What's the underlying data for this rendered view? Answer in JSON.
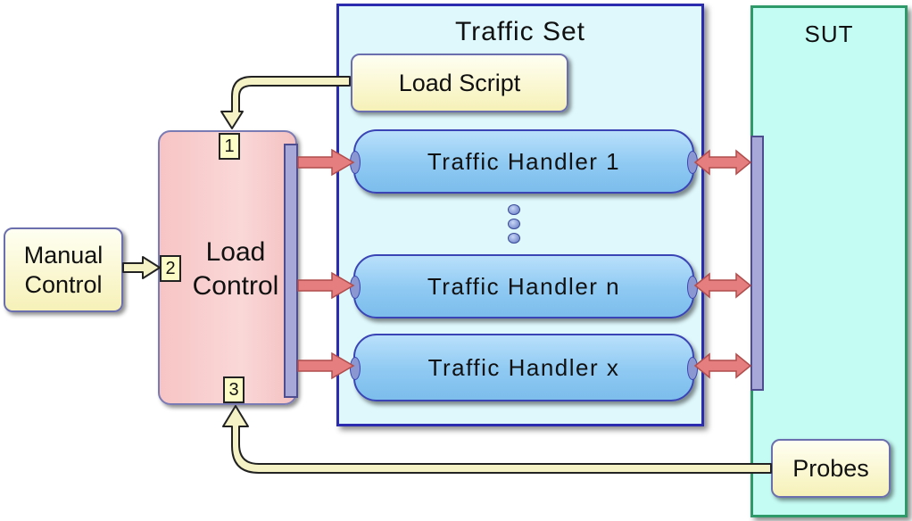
{
  "traffic_set": {
    "title": "Traffic Set"
  },
  "sut": {
    "title": "SUT"
  },
  "load_script": {
    "label": "Load Script"
  },
  "manual_control": {
    "label": "Manual Control"
  },
  "load_control": {
    "label": "Load Control"
  },
  "probes": {
    "label": "Probes"
  },
  "ports": [
    "1",
    "2",
    "3"
  ],
  "handlers": [
    "Traffic Handler 1",
    "Traffic Handler n",
    "Traffic Handler x"
  ],
  "colors": {
    "traffic_set_fill": "#dff8fc",
    "traffic_set_border": "#2b2bb0",
    "sut_fill": "#c4fbf3",
    "sut_border": "#2e9a6a",
    "load_control_fill": "#f7c4c4",
    "handler_fill": "#8ec9f2",
    "yellow_box_fill": "#f6f1b8",
    "arrow_red": "#e57e7e",
    "arrow_yellow": "#f5f2c6"
  }
}
